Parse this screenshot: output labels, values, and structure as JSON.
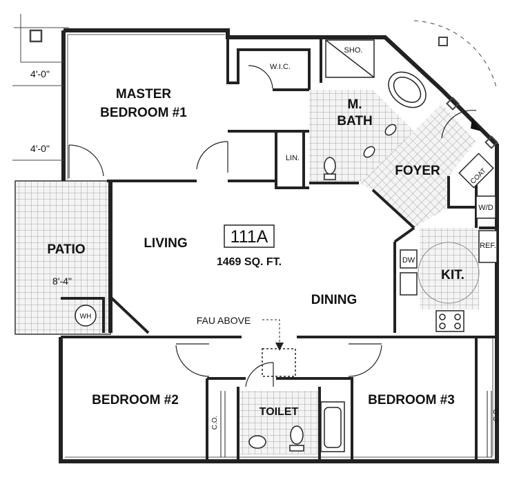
{
  "rooms": {
    "master_line1": "MASTER",
    "master_line2": "BEDROOM #1",
    "mbath_line1": "M.",
    "mbath_line2": "BATH",
    "foyer": "FOYER",
    "patio": "PATIO",
    "living": "LIVING",
    "dining": "DINING",
    "kitchen": "KIT.",
    "bedroom2": "BEDROOM #2",
    "bedroom3": "BEDROOM #3",
    "toilet": "TOILET"
  },
  "unit": {
    "number": "111A",
    "area": "1469 SQ. FT."
  },
  "labels": {
    "wic": "W.I.C.",
    "shower": "SHO.",
    "linen": "LIN.",
    "coat": "COAT",
    "wd": "W/D",
    "ref": "REF.",
    "dw": "DW",
    "wh": "WH",
    "closet_b2": "C.O.",
    "closet_b3": "C.O.",
    "fau": "FAU ABOVE"
  },
  "dimensions": {
    "top": "4'-0\"",
    "mid": "4'-0\"",
    "patio": "8'-4\""
  },
  "colors": {
    "wall": "#222222",
    "tile": "#9a9a9a",
    "tile_fill": "#f2f2f2"
  }
}
